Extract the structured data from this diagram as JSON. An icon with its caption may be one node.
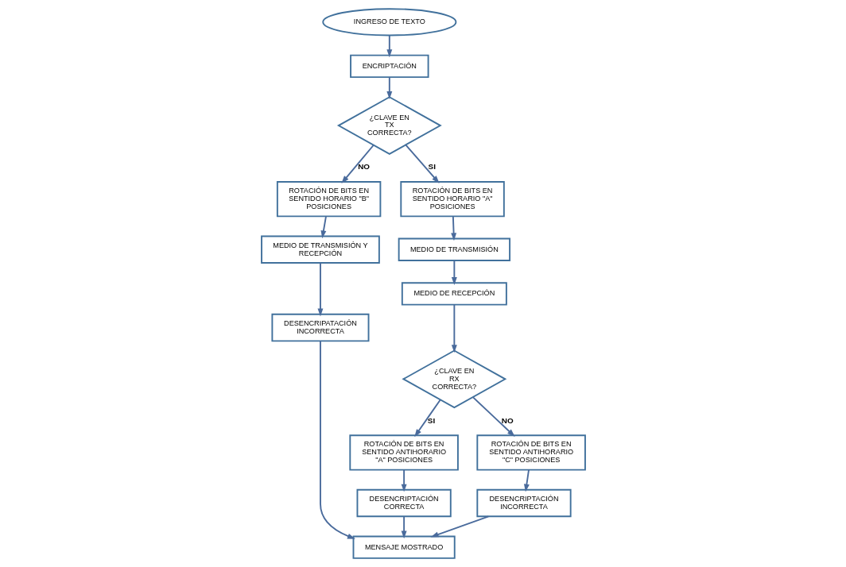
{
  "diagram": {
    "nodes": [
      {
        "text": [
          "INGRESO DE TEXTO"
        ]
      },
      {
        "text": [
          "ENCRIPTACIÓN"
        ]
      },
      {
        "text": [
          "¿CLAVE EN TX CORRECTA?"
        ]
      },
      {
        "text": [
          "ROTACIÓN DE BITS EN SENTIDO HORARIO \"B\" POSICIONES"
        ]
      },
      {
        "text": [
          "ROTACIÓN DE BITS EN SENTIDO HORARIO \"A\" POSICIONES"
        ]
      },
      {
        "text": [
          "MEDIO DE TRANSMISIÓN"
        ]
      },
      {
        "text": [
          "MEDIO DE RECEPCIÓN"
        ]
      },
      {
        "text": [
          "¿CLAVE EN RX CORRECTA?"
        ]
      },
      {
        "text": [
          "ROTACIÓN DE BITS EN SENTIDO ANTIHORARIO \"A\" POSICIONES"
        ]
      },
      {
        "text": [
          "ROTACIÓN DE BITS EN SENTIDO ANTIHORARIO \"C\" POSICIONES"
        ]
      },
      {
        "text": [
          "DESENCRIPTACIÓN CORRECTA"
        ]
      },
      {
        "text": [
          "DESENCRIPTACIÓN INCORRECTA"
        ]
      },
      {
        "text": [
          "MENSAJE MOSTRADO"
        ]
      },
      {
        "text": [
          "MEDIO DE TRANSMISIÓN Y RECEPCIÓN"
        ]
      },
      {
        "text": [
          "DESENCRIPATACIÓN INCORRECTA"
        ]
      }
    ],
    "edges": [
      {
        "from": 0,
        "to": 1,
        "arrow": "to"
      },
      {
        "from": 1,
        "to": 2,
        "arrow": "to"
      },
      {
        "from": 2,
        "to": 3,
        "arrow": "to",
        "label": "NO"
      },
      {
        "from": 2,
        "to": 4,
        "arrow": "to",
        "label": "SI"
      },
      {
        "from": 4,
        "to": 5,
        "arrow": "to"
      },
      {
        "from": 5,
        "to": 6,
        "arrow": "to"
      },
      {
        "from": 6,
        "to": 7,
        "arrow": "to"
      },
      {
        "from": 7,
        "to": 8,
        "arrow": "to",
        "label": "SI"
      },
      {
        "from": 7,
        "to": 9,
        "arrow": "to",
        "label": "NO"
      },
      {
        "from": 8,
        "to": 10,
        "arrow": "to"
      },
      {
        "from": 9,
        "to": 11,
        "arrow": "to"
      },
      {
        "from": 10,
        "to": 12,
        "arrow": "to"
      },
      {
        "from": 11,
        "to": 12,
        "arrow": "to"
      },
      {
        "from": 3,
        "to": 13,
        "arrow": "to"
      },
      {
        "from": 13,
        "to": 14,
        "arrow": "to"
      },
      {
        "from": 14,
        "to": 12,
        "arrow": "to"
      }
    ]
  }
}
